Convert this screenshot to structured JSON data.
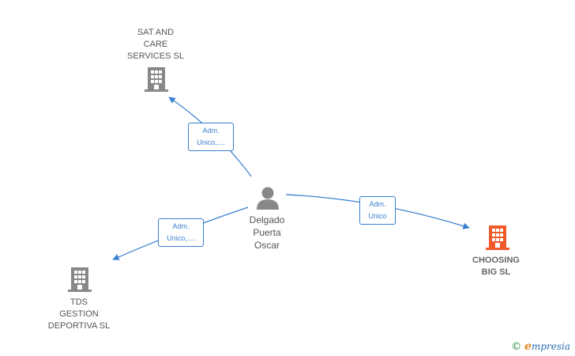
{
  "nodes": {
    "sat": {
      "label": "SAT AND\nCARE\nSERVICES  SL",
      "type": "company"
    },
    "tds": {
      "label": "TDS\nGESTION\nDEPORTIVA  SL",
      "type": "company"
    },
    "choosing": {
      "label": "CHOOSING\nBIG  SL",
      "type": "company-highlight"
    },
    "person": {
      "label": "Delgado\nPuerta\nOscar",
      "type": "person"
    }
  },
  "edges": [
    {
      "label": "Adm.\nUnico,...."
    },
    {
      "label": "Adm.\nUnico,...."
    },
    {
      "label": "Adm.\nUnico"
    }
  ],
  "colors": {
    "edge": "#3a7fd0",
    "company_icon": "#888888",
    "company_highlight_icon": "#f05a28",
    "person_icon": "#888888"
  },
  "watermark": {
    "copyright": "©",
    "brand_initial": "e",
    "brand_rest": "mpresia"
  }
}
